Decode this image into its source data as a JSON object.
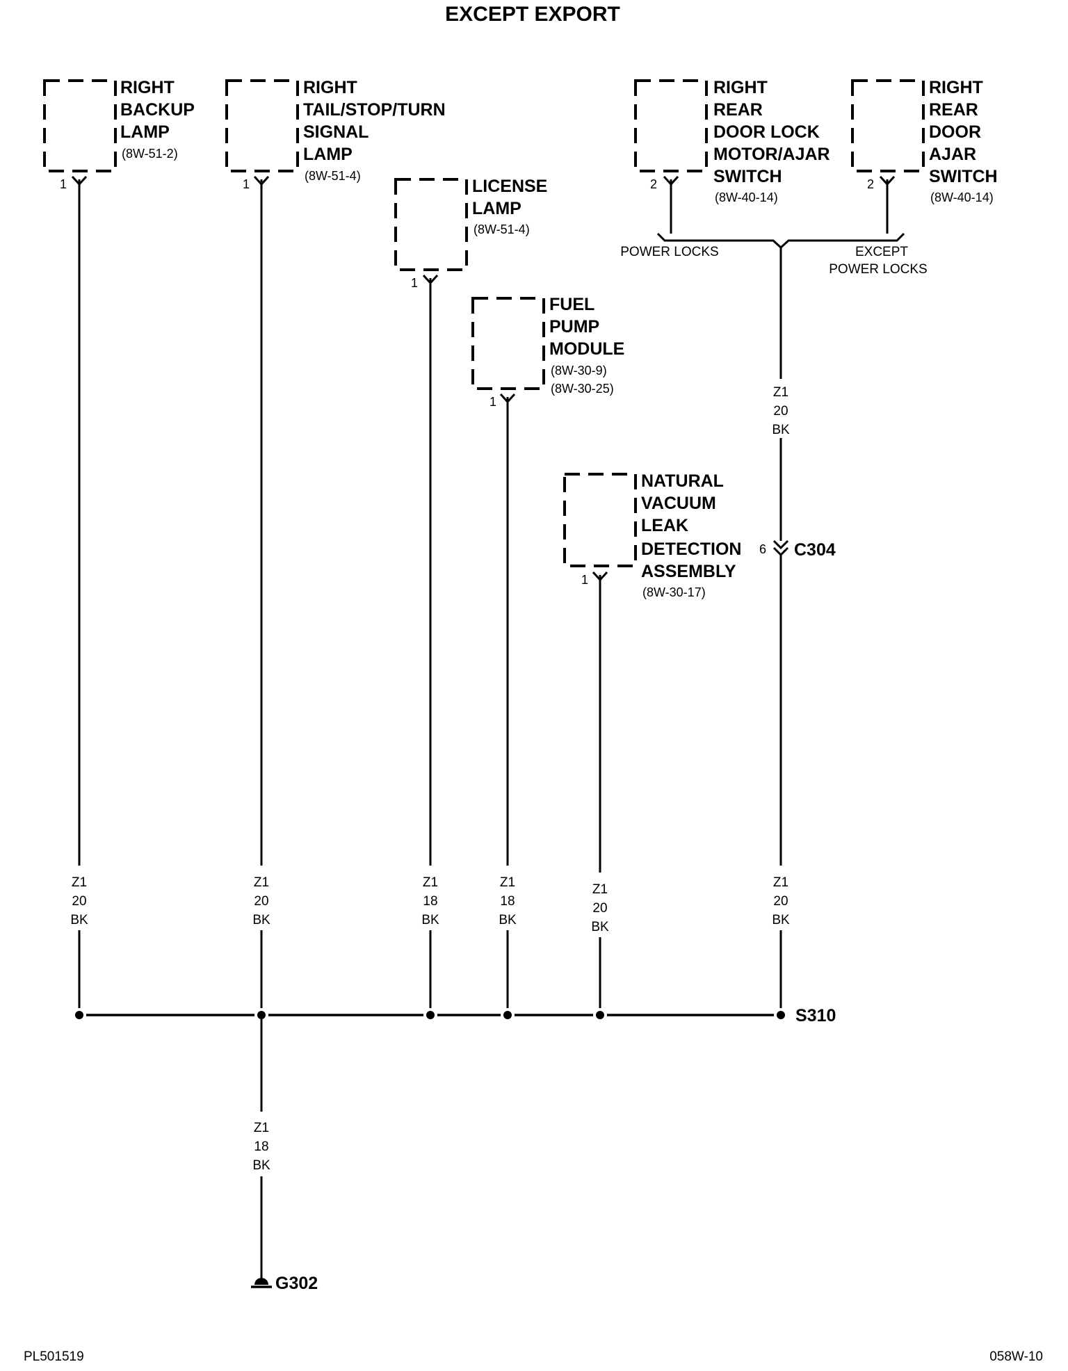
{
  "title": "EXCEPT EXPORT",
  "components": [
    {
      "id": "right-backup-lamp",
      "name_lines": [
        "RIGHT",
        "BACKUP",
        "LAMP"
      ],
      "refs": [
        "(8W-51-2)"
      ],
      "pin": "1"
    },
    {
      "id": "right-tail-stop-turn-signal-lamp",
      "name_lines": [
        "RIGHT",
        "TAIL/STOP/TURN",
        "SIGNAL",
        "LAMP"
      ],
      "refs": [
        "(8W-51-4)"
      ],
      "pin": "1"
    },
    {
      "id": "license-lamp",
      "name_lines": [
        "LICENSE",
        "LAMP"
      ],
      "refs": [
        "(8W-51-4)"
      ],
      "pin": "1"
    },
    {
      "id": "fuel-pump-module",
      "name_lines": [
        "FUEL",
        "PUMP",
        "MODULE"
      ],
      "refs": [
        "(8W-30-9)",
        "(8W-30-25)"
      ],
      "pin": "1"
    },
    {
      "id": "natural-vacuum-leak-detection-assembly",
      "name_lines": [
        "NATURAL",
        "VACUUM",
        "LEAK",
        "DETECTION",
        "ASSEMBLY"
      ],
      "refs": [
        "(8W-30-17)"
      ],
      "pin": "1"
    },
    {
      "id": "right-rear-door-lock-motor-ajar-switch",
      "name_lines": [
        "RIGHT",
        "REAR",
        "DOOR LOCK",
        "MOTOR/AJAR",
        "SWITCH"
      ],
      "refs": [
        "(8W-40-14)"
      ],
      "pin": "2"
    },
    {
      "id": "right-rear-door-ajar-switch",
      "name_lines": [
        "RIGHT",
        "REAR",
        "DOOR",
        "AJAR",
        "SWITCH"
      ],
      "refs": [
        "(8W-40-14)"
      ],
      "pin": "2"
    }
  ],
  "wire_labels": [
    {
      "id": "w-backup",
      "lines": [
        "Z1",
        "20",
        "BK"
      ]
    },
    {
      "id": "w-tail",
      "lines": [
        "Z1",
        "20",
        "BK"
      ]
    },
    {
      "id": "w-license",
      "lines": [
        "Z1",
        "18",
        "BK"
      ]
    },
    {
      "id": "w-fuel",
      "lines": [
        "Z1",
        "18",
        "BK"
      ]
    },
    {
      "id": "w-nvld",
      "lines": [
        "Z1",
        "20",
        "BK"
      ]
    },
    {
      "id": "w-door-lower",
      "lines": [
        "Z1",
        "20",
        "BK"
      ]
    },
    {
      "id": "w-door-upper",
      "lines": [
        "Z1",
        "20",
        "BK"
      ]
    },
    {
      "id": "w-ground",
      "lines": [
        "Z1",
        "18",
        "BK"
      ]
    }
  ],
  "option_labels": {
    "left": "POWER LOCKS",
    "right_lines": [
      "EXCEPT",
      "POWER LOCKS"
    ]
  },
  "connector": {
    "pin": "6",
    "name": "C304"
  },
  "splice": {
    "name": "S310"
  },
  "ground": {
    "name": "G302"
  },
  "footer": {
    "left": "PL501519",
    "right": "058W-10"
  }
}
